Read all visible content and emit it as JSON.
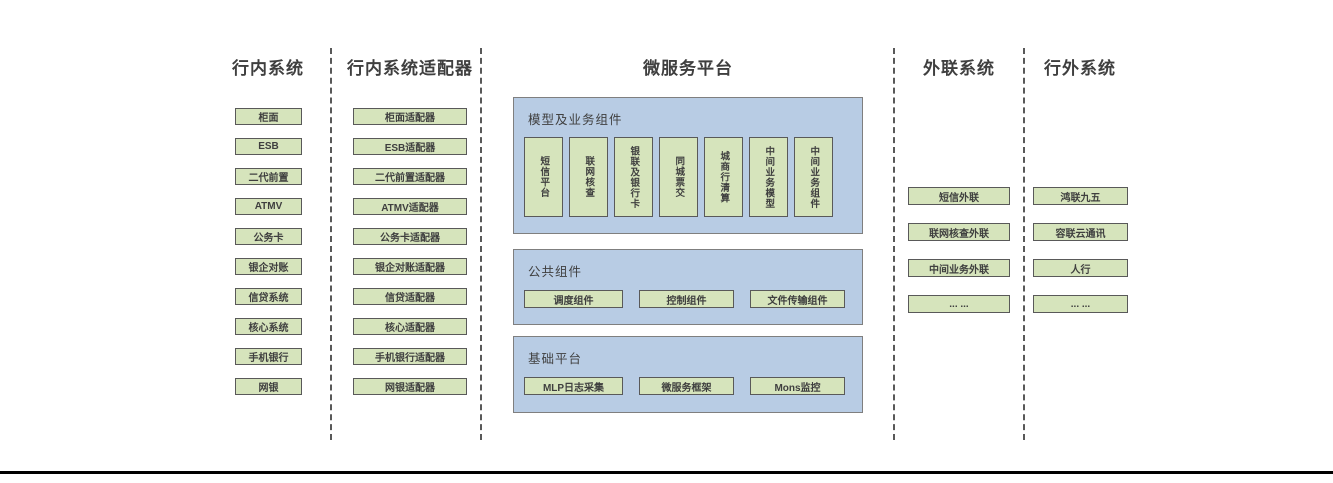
{
  "diagram": {
    "columns": {
      "internal": {
        "title": "行内系统",
        "items": [
          "柜面",
          "ESB",
          "二代前置",
          "ATMV",
          "公务卡",
          "银企对账",
          "信贷系统",
          "核心系统",
          "手机银行",
          "网银"
        ]
      },
      "adapters": {
        "title": "行内系统适配器",
        "items": [
          "柜面适配器",
          "ESB适配器",
          "二代前置适配器",
          "ATMV适配器",
          "公务卡适配器",
          "银企对账适配器",
          "信贷适配器",
          "核心适配器",
          "手机银行适配器",
          "网银适配器"
        ]
      },
      "platform": {
        "title": "微服务平台",
        "groups": {
          "model": {
            "title": "模型及业务组件",
            "items": [
              "短信平台",
              "联网核查",
              "银联及银行卡",
              "同城票交",
              "城商行清算",
              "中间业务模型",
              "中间业务组件"
            ]
          },
          "common": {
            "title": "公共组件",
            "items": [
              "调度组件",
              "控制组件",
              "文件传输组件"
            ]
          },
          "base": {
            "title": "基础平台",
            "items": [
              "MLP日志采集",
              "微服务框架",
              "Mons监控"
            ]
          }
        }
      },
      "outreach": {
        "title": "外联系统",
        "items": [
          "短信外联",
          "联网核查外联",
          "中间业务外联",
          "... ..."
        ]
      },
      "external": {
        "title": "行外系统",
        "items": [
          "鸿联九五",
          "容联云通讯",
          "人行",
          "... ..."
        ]
      }
    },
    "colors": {
      "node_fill": "#d6e4bc",
      "node_border": "#595959",
      "group_fill": "#b8cce4",
      "group_border": "#7f7f7f",
      "text": "#3f3f3f",
      "separator": "#595959",
      "bottom_rule": "#000000"
    }
  }
}
